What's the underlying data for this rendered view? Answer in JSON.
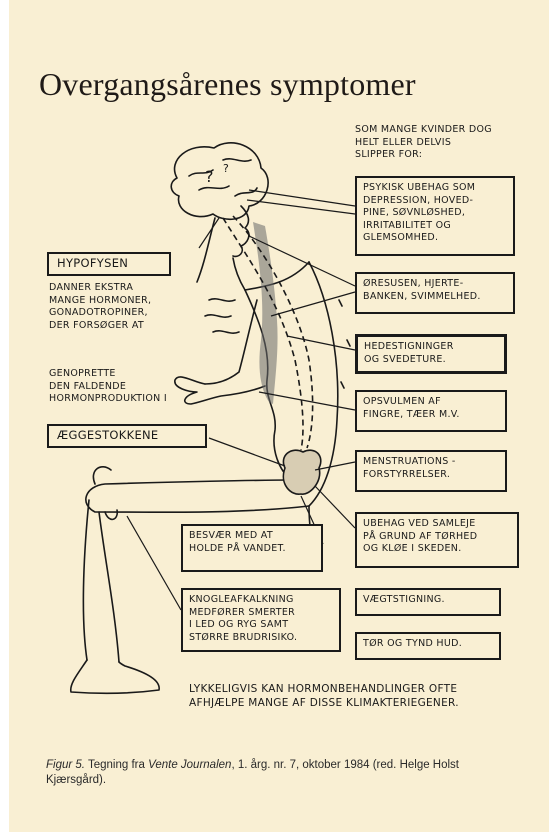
{
  "title": "Overgangsårenes symptomer",
  "intro_note": "SOM MANGE KVINDER DOG\nHELT ELLER DELVIS\nSLIPPER FOR:",
  "labels": {
    "hypofysen_box": "HYPOFYSEN",
    "hypofysen_text": "DANNER EKSTRA\nMANGE HORMONER,\nGONADOTROPINER,\nDER FORSØGER AT",
    "genoprette_text": "GENOPRETTE\nDEN FALDENDE\nHORMONPRODUKTION I",
    "aeggestokkene_box": "ÆGGESTOKKENE"
  },
  "symptoms": {
    "psykisk": "PSYKISK UBEHAG SOM\nDEPRESSION, HOVED-\nPINE, SØVNLØSHED,\nIRRITABILITET OG\nGLEMSOMHED.",
    "oeresusen": "ØRESUSEN, HJERTE-\nBANKEN, SVIMMELHED.",
    "hedestigninger": "HEDESTIGNINGER\nOG SVEDETURE.",
    "opsvulmen": "OPSVULMEN AF\nFINGRE, TÆER M.V.",
    "menstruation": "MENSTRUATIONS -\nFORSTYRRELSER.",
    "samleje": "UBEHAG VED SAMLEJE\nPÅ GRUND AF TØRHED\nOG KLØE I SKEDEN.",
    "vandet": "BESVÆR MED AT\nHOLDE PÅ VANDET.",
    "knogle": "KNOGLEAFKALKNING\nMEDFØRER SMERTER\nI LED OG RYG SAMT\nSTØRRE BRUDRISIKO.",
    "vaegt": "VÆGTSTIGNING.",
    "hud": "TØR OG TYND HUD."
  },
  "footer_note": "LYKKELIGVIS KAN HORMONBEHANDLINGER OFTE\nAFHJÆLPE MANGE AF DISSE KLIMAKTERIEGENER.",
  "caption": {
    "prefix": "Figur 5.",
    "text1": " Tegning fra ",
    "journal": "Vente Journalen",
    "text2": ", 1. årg. nr. 7, oktober 1984 (red. Helge Holst Kjærsgård)."
  },
  "colors": {
    "paper": "#f9efd3",
    "ink": "#1a1a1a",
    "shading": "#6a6a6a"
  }
}
